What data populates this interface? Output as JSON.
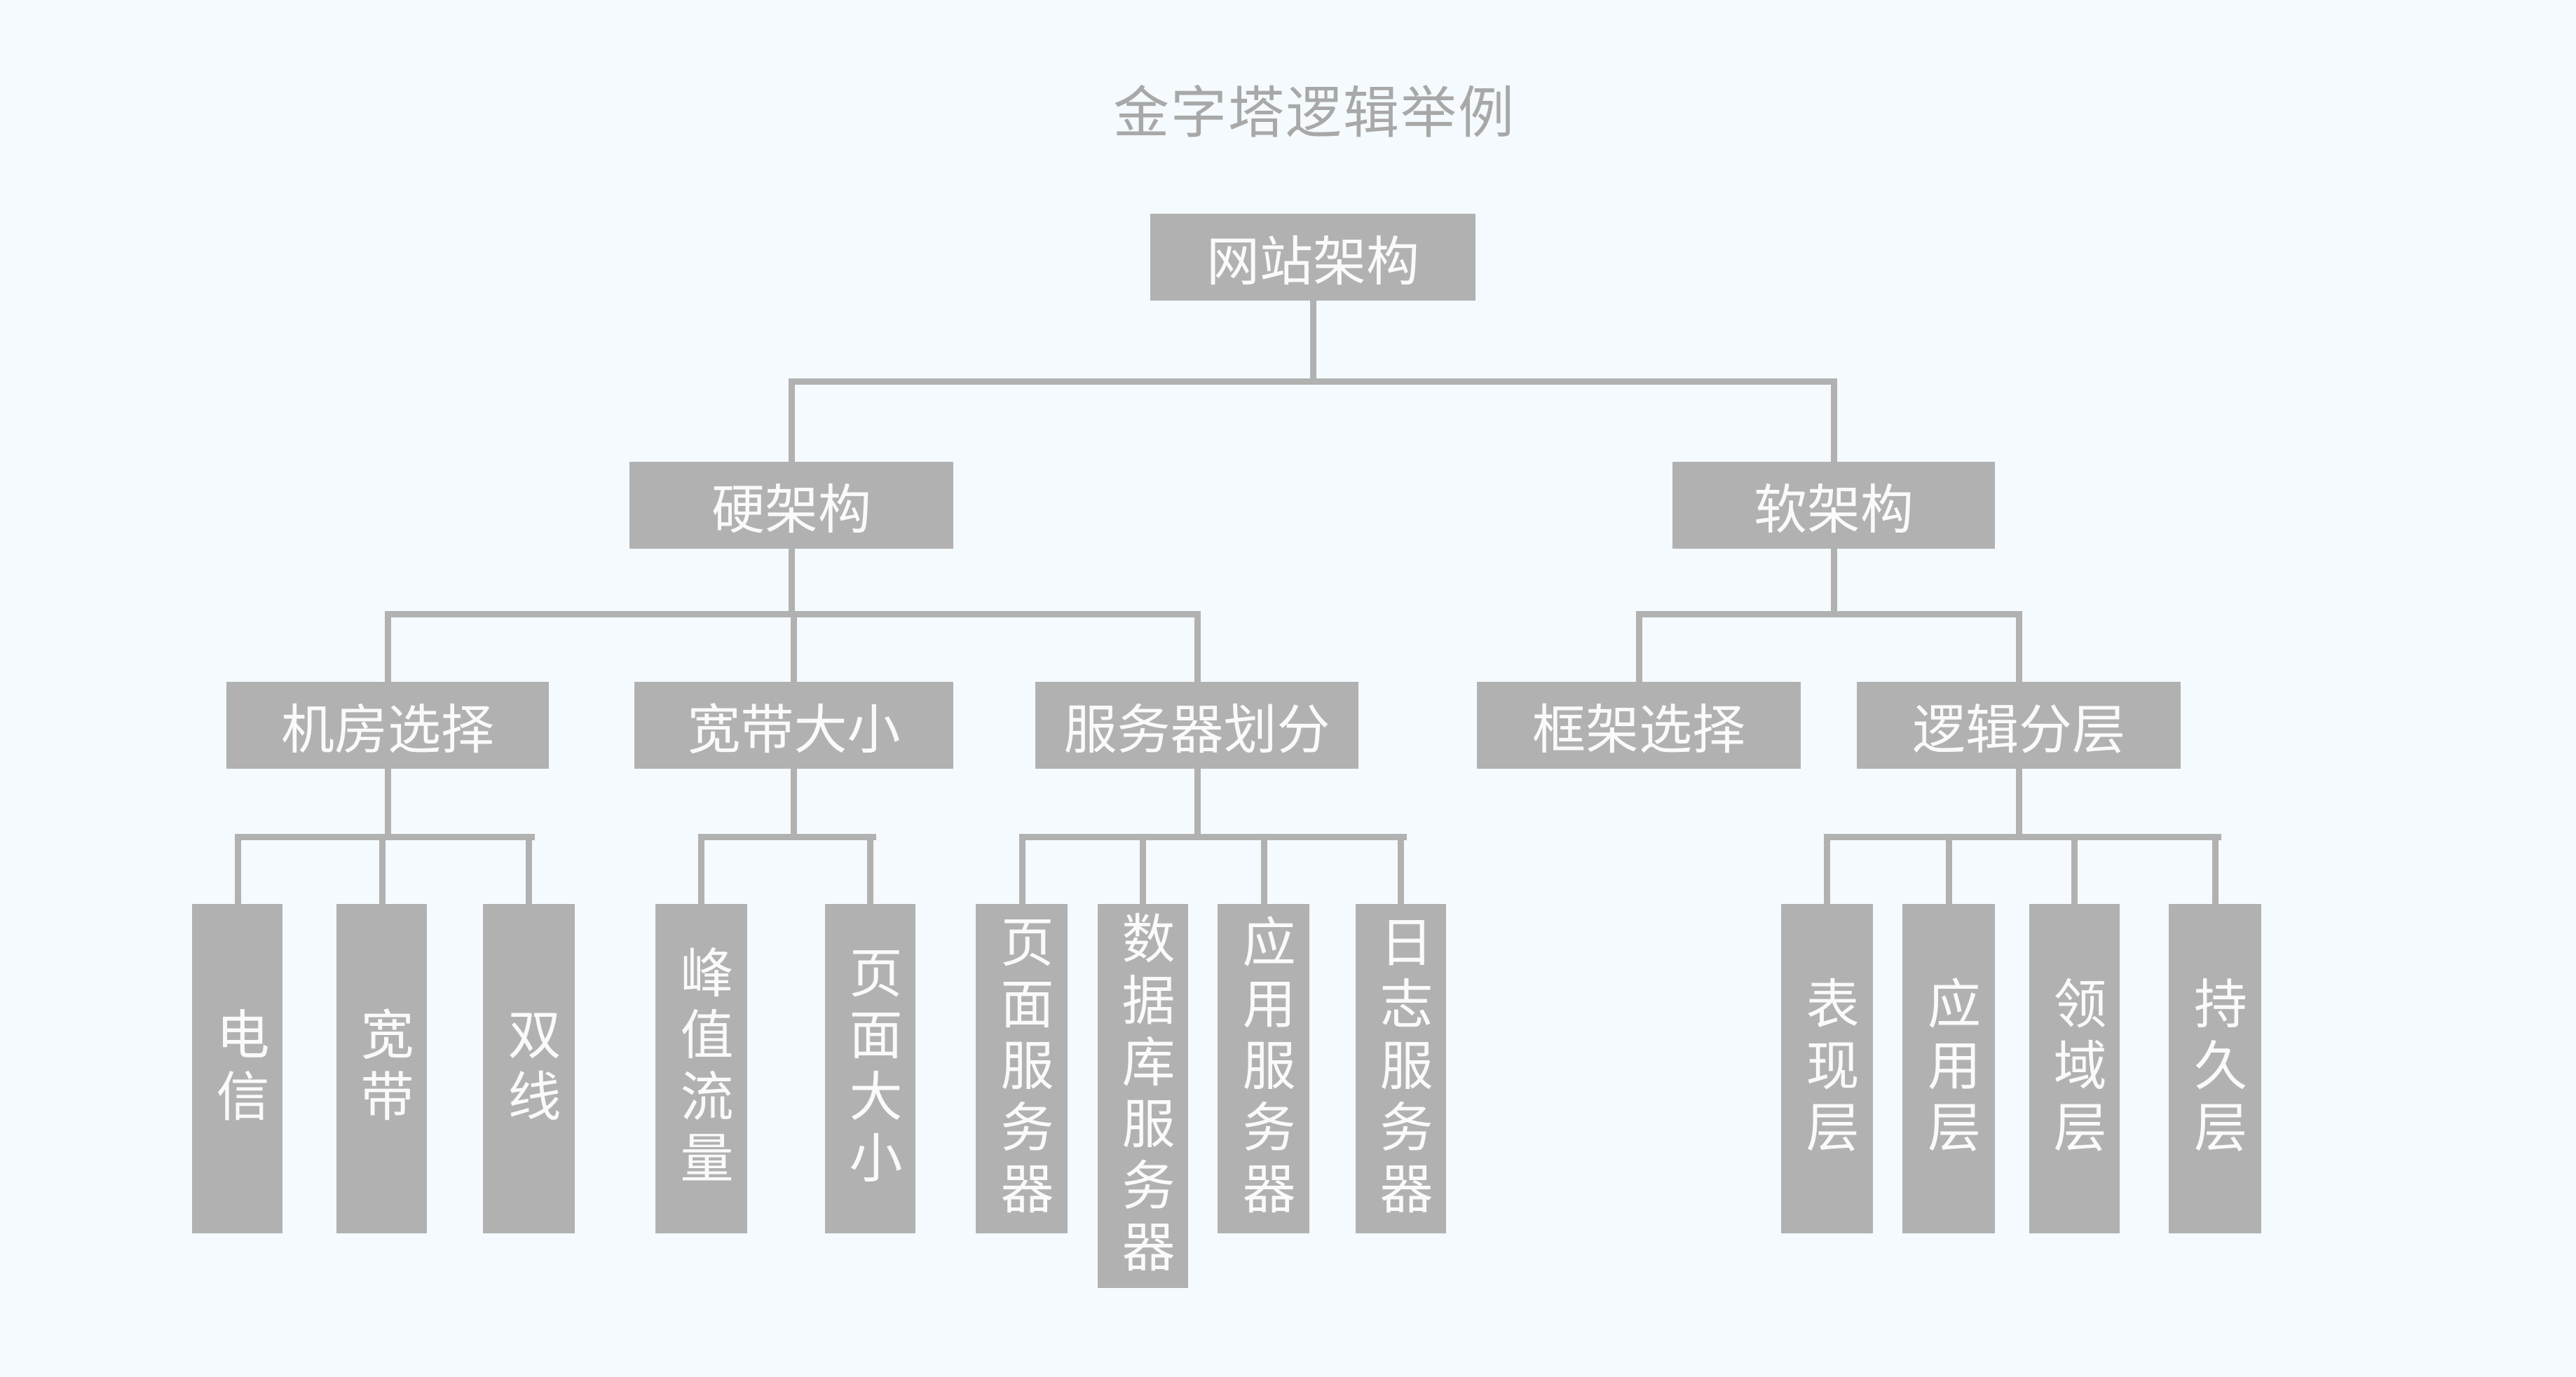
{
  "title": "金字塔逻辑举例",
  "colors": {
    "background": "#f4fafd",
    "node-fill": "#b1b1b1",
    "connector": "#b1b1b1",
    "node-text": "#fafafa",
    "title-text": "#a8a8a8"
  },
  "tree": {
    "label": "网站架构",
    "children": [
      {
        "label": "硬架构",
        "children": [
          {
            "label": "机房选择",
            "children": [
              {
                "label": "电信"
              },
              {
                "label": "宽带"
              },
              {
                "label": "双线"
              }
            ]
          },
          {
            "label": "宽带大小",
            "children": [
              {
                "label": "峰值流量"
              },
              {
                "label": "页面大小"
              }
            ]
          },
          {
            "label": "服务器划分",
            "children": [
              {
                "label": "页面服务器"
              },
              {
                "label": "数据库服务器"
              },
              {
                "label": "应用服务器"
              },
              {
                "label": "日志服务器"
              }
            ]
          }
        ]
      },
      {
        "label": "软架构",
        "children": [
          {
            "label": "框架选择",
            "children": []
          },
          {
            "label": "逻辑分层",
            "children": [
              {
                "label": "表现层"
              },
              {
                "label": "应用层"
              },
              {
                "label": "领域层"
              },
              {
                "label": "持久层"
              }
            ]
          }
        ]
      }
    ]
  }
}
